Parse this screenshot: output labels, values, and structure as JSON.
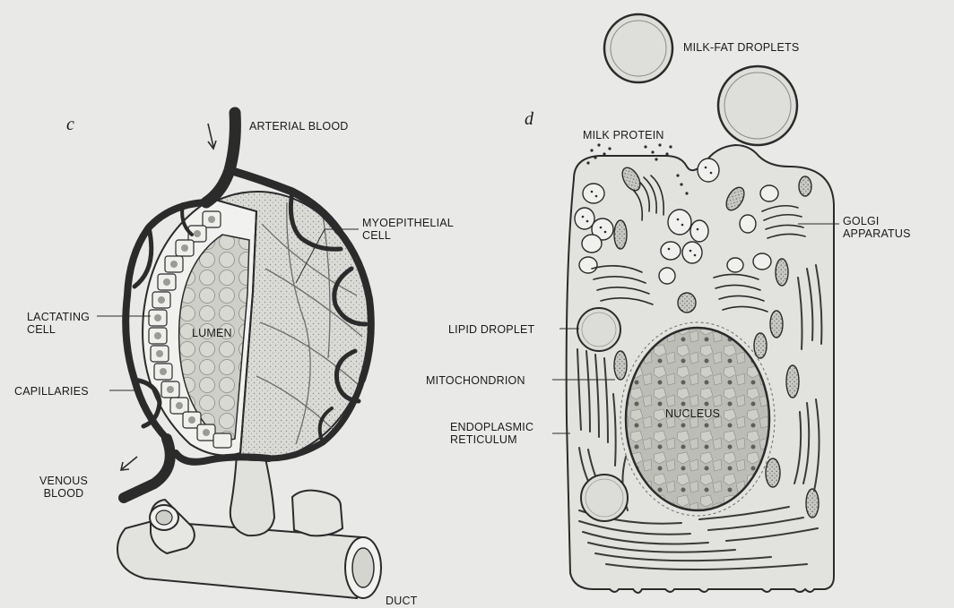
{
  "panels": {
    "c": {
      "letter": "c",
      "labels": {
        "arterial_blood": "ARTERIAL BLOOD",
        "myoepithelial_cell": "MYOEPITHELIAL\nCELL",
        "lactating_cell": "LACTATING\nCELL",
        "lumen": "LUMEN",
        "capillaries": "CAPILLARIES",
        "venous_blood": "VENOUS\nBLOOD",
        "duct": "DUCT"
      }
    },
    "d": {
      "letter": "d",
      "labels": {
        "milk_fat_droplets": "MILK-FAT DROPLETS",
        "milk_protein": "MILK PROTEIN",
        "golgi_apparatus": "GOLGI\nAPPARATUS",
        "lipid_droplet": "LIPID DROPLET",
        "mitochondrion": "MITOCHONDRION",
        "nucleus": "NUCLEUS",
        "endoplasmic_reticulum": "ENDOPLASMIC\nRETICULUM"
      }
    }
  },
  "colors": {
    "background": "#e9e9e7",
    "ink": "#1a1a1a",
    "vessel": "#2b2b2b",
    "stipple": "#cfcfcb"
  }
}
